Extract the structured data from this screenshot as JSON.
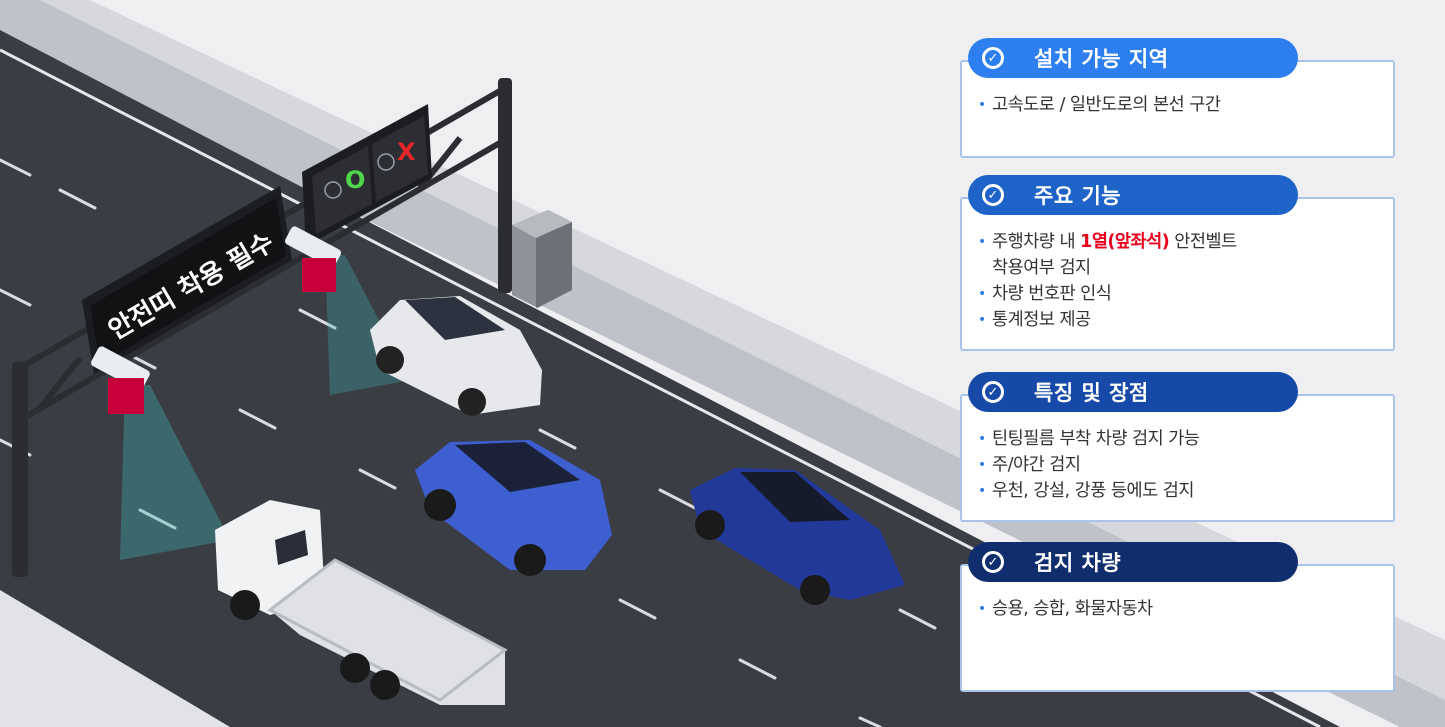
{
  "scene": {
    "sign_text": "안전띠 착용 필수",
    "indicator_ok": "O",
    "indicator_no": "X"
  },
  "cards": [
    {
      "title": "설치 가능 지역",
      "color": "#2d7ff0",
      "items": [
        "고속도로 / 일반도로의 본선 구간"
      ]
    },
    {
      "title": "주요 기능",
      "color": "#1e63c8",
      "item_parts": {
        "before": "주행차량 내 ",
        "highlight": "1열(앞좌석)",
        "after": " 안전벨트",
        "line2": "착용여부 검지"
      },
      "items": [
        "차량 번호판 인식",
        "통계정보 제공"
      ]
    },
    {
      "title": "특징 및 장점",
      "color": "#1649a8",
      "items": [
        "틴팅필름 부착 차량 검지 가능",
        "주/야간 검지",
        "우천, 강설, 강풍 등에도 검지"
      ]
    },
    {
      "title": "검지 차량",
      "color": "#102e6e",
      "items": [
        "승용, 승합, 화물자동차"
      ]
    }
  ]
}
